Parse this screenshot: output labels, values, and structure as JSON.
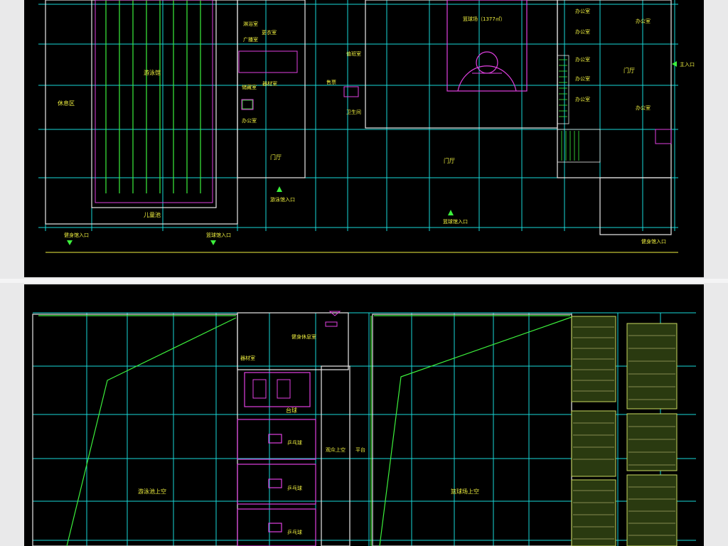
{
  "top_plan": {
    "labels": {
      "swim_area": "游泳馆",
      "rest_area": "休息区",
      "kids_pool": "儿童池",
      "lobby_left": "门厅",
      "lobby_mid": "门厅",
      "lobby_right": "门厅",
      "basketball": "篮球场（1377㎡）",
      "entrance_a": "健身馆入口",
      "entrance_b": "篮球馆入口",
      "entrance_c": "游泳馆入口",
      "entrance_d": "篮球馆入口",
      "entrance_e": "主入口",
      "entrance_f": "健身馆入口"
    },
    "small_rooms": [
      "淋浴室",
      "更衣室",
      "广播室",
      "器材室",
      "储藏室",
      "办公室",
      "值班室",
      "卫生间",
      "售票",
      "办公室",
      "办公室",
      "办公室",
      "办公室",
      "办公室",
      "办公室",
      "办公室"
    ]
  },
  "bottom_plan": {
    "labels": {
      "void_swim": "游泳池上空",
      "void_basket": "篮球场上空",
      "billiards": "台球",
      "pingpong": [
        "乒乓球",
        "乒乓球",
        "乒乓球"
      ],
      "room_a": "器材室",
      "room_b": "健身休息室",
      "room_c": "观众上空",
      "room_d": "平台"
    }
  },
  "colors": {
    "grid": "#18d8d8",
    "green": "#3cf03c",
    "magenta": "#e040e0",
    "yellow": "#f0f040",
    "white": "#e8e8e8",
    "red": "#d03030"
  }
}
